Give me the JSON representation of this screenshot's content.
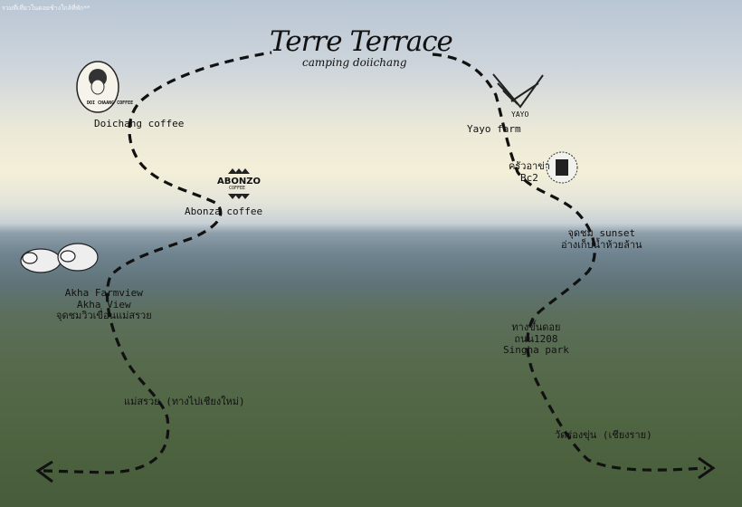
{
  "top_note": "รวมที่เที่ยวในดอยช้างใกล้ที่พัก**",
  "title": "Terre Terrace",
  "subtitle": "camping doiichang",
  "logos": {
    "doichaang": "DOI CHAANG COFFEE",
    "abonzo": "ABONZO",
    "abonzo_sub": "COFFEE",
    "yayo": "YAYO"
  },
  "places": [
    {
      "id": "doichang",
      "lines": [
        "Doichang coffee"
      ]
    },
    {
      "id": "abonza",
      "lines": [
        "Abonza coffee"
      ]
    },
    {
      "id": "yayo",
      "lines": [
        "Yayo farm"
      ]
    },
    {
      "id": "bc2",
      "lines": [
        "ครัวอาข่า",
        "Bc2"
      ]
    },
    {
      "id": "sunset",
      "lines": [
        "จุดชม sunset",
        "อ่างเก็บน้ำห้วยล้าน"
      ]
    },
    {
      "id": "akha",
      "lines": [
        "Akha Farmview",
        "Akha View",
        "จุดชมวิวเขื่อนแม่สรวย"
      ]
    },
    {
      "id": "singha",
      "lines": [
        "ทางขึ้นดอย",
        "ถนน1208",
        "Singha park"
      ]
    },
    {
      "id": "maesuai",
      "lines": [
        "แม่สรวย (ทางไปเชียงใหม่)"
      ]
    },
    {
      "id": "wat",
      "lines": [
        "วัดร่องขุ่น  (เชียงราย)"
      ]
    }
  ],
  "colors": {
    "route": "#111111",
    "sky": "#cfd6dc",
    "hills": "#566a4c"
  }
}
